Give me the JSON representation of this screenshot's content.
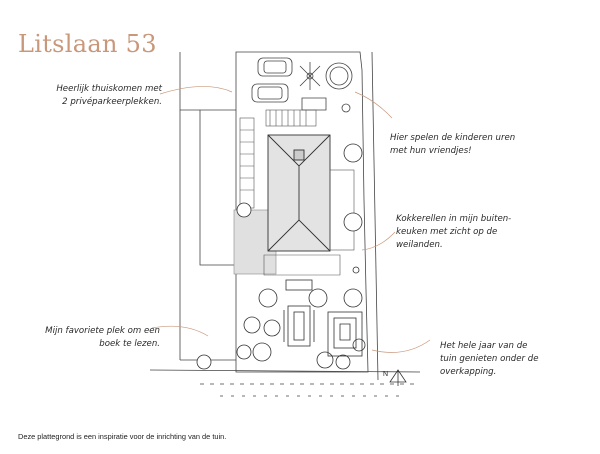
{
  "title": "Litslaan 53",
  "callouts": {
    "parking": [
      "Heerlijk thuiskomen met",
      "2 privéparkeerplekken."
    ],
    "kids": [
      "Hier spelen de kinderen uren",
      "met hun vriendjes!"
    ],
    "kitchen": [
      "Kokkerellen in mijn buiten-",
      "keuken met zicht op de",
      "weilanden."
    ],
    "favorite": [
      "Mijn favoriete plek om een",
      "boek te lezen."
    ],
    "year_round": [
      "Het hele jaar van de",
      "tuin genieten onder de",
      "overkapping."
    ]
  },
  "compass_label": "N",
  "footer": "Deze plattegrond is een inspiratie voor de inrichting van de tuin.",
  "colors": {
    "accent": "#c9977a",
    "line": "#444444",
    "roof_grey": "#e0e0e0"
  }
}
